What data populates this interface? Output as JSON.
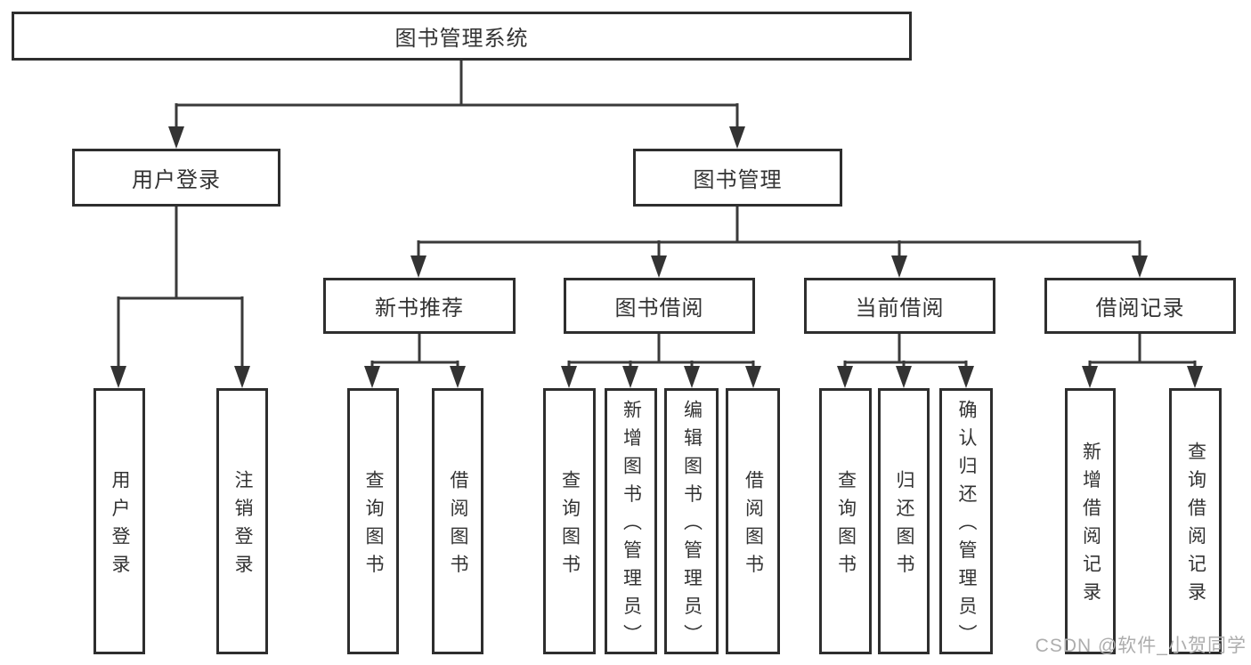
{
  "tree": {
    "root": {
      "label": "图书管理系统"
    },
    "login": {
      "label": "用户登录",
      "children": [
        {
          "label": "用户登录"
        },
        {
          "label": "注销登录"
        }
      ]
    },
    "management": {
      "label": "图书管理",
      "sections": [
        {
          "label": "新书推荐",
          "children": [
            {
              "label": "查询图书"
            },
            {
              "label": "借阅图书"
            }
          ]
        },
        {
          "label": "图书借阅",
          "children": [
            {
              "label": "查询图书"
            },
            {
              "label": "新增图书（管理员）"
            },
            {
              "label": "编辑图书（管理员）"
            },
            {
              "label": "借阅图书"
            }
          ]
        },
        {
          "label": "当前借阅",
          "children": [
            {
              "label": "查询图书"
            },
            {
              "label": "归还图书"
            },
            {
              "label": "确认归还（管理员）"
            }
          ]
        },
        {
          "label": "借阅记录",
          "children": [
            {
              "label": "新增借阅记录"
            },
            {
              "label": "查询借阅记录"
            }
          ]
        }
      ]
    }
  },
  "watermark": {
    "text": "CSDN @软件_小贺同学"
  },
  "colors": {
    "line": "#3a3a3a",
    "border": "#2e2e2e",
    "text": "#333333",
    "watermark": "#adadad"
  }
}
